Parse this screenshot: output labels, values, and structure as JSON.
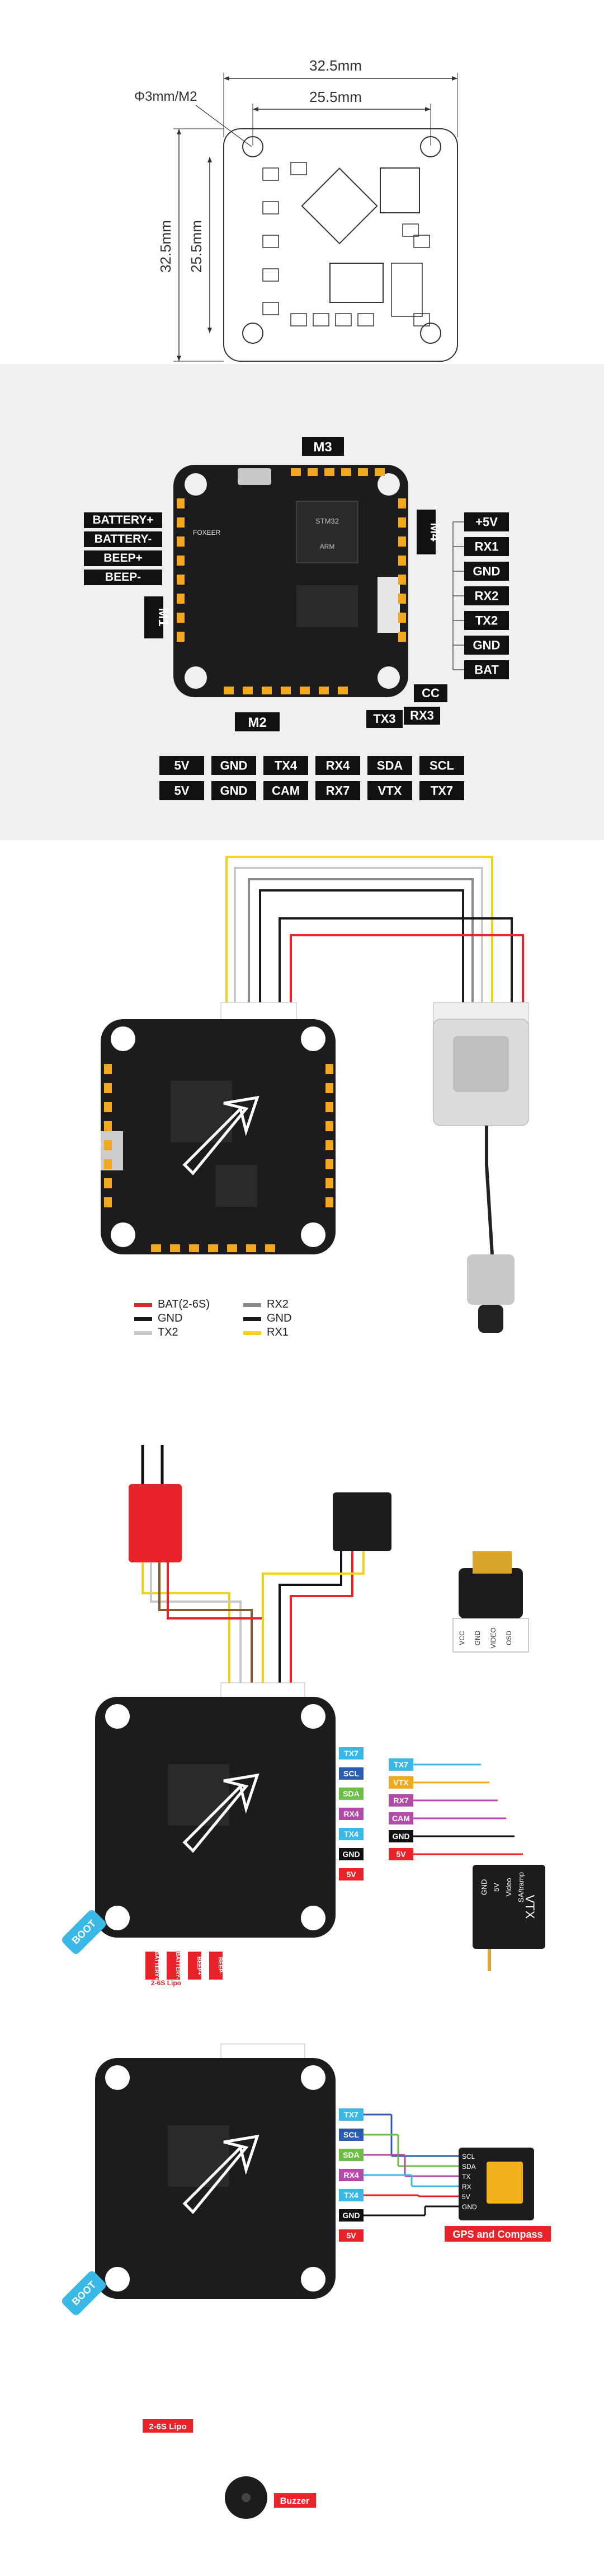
{
  "dimensions": {
    "board_width": "32.5mm",
    "board_height": "32.5mm",
    "mount_spacing_h": "25.5mm",
    "mount_spacing_v": "25.5mm",
    "hole": "Φ3mm/M2"
  },
  "pinout": {
    "motors": {
      "m1": "M1",
      "m2": "M2",
      "m3": "M3",
      "m4": "M4"
    },
    "left": [
      "BATTERY+",
      "BATTERY-",
      "BEEP+",
      "BEEP-"
    ],
    "right": [
      "+5V",
      "RX1",
      "GND",
      "RX2",
      "TX2",
      "GND",
      "BAT"
    ],
    "bottom_mid": [
      "CC",
      "TX3",
      "RX3"
    ],
    "bottom_row1": [
      "5V",
      "GND",
      "TX4",
      "RX4",
      "SDA",
      "SCL"
    ],
    "bottom_row2": [
      "5V",
      "GND",
      "CAM",
      "RX7",
      "VTX",
      "TX7"
    ],
    "board_text": {
      "brand": "FOXEER",
      "mcu": "STM32",
      "mcu_sub": "ARM"
    }
  },
  "vtx_wiring": {
    "legend": [
      {
        "label": "BAT(2-6S)",
        "color": "#e8232a"
      },
      {
        "label": "RX2",
        "color": "#8a8a8a"
      },
      {
        "label": "GND",
        "color": "#1a1a1a"
      },
      {
        "label": "GND",
        "color": "#1a1a1a"
      },
      {
        "label": "TX2",
        "color": "#c8c8c8"
      },
      {
        "label": "RX1",
        "color": "#f2d21a"
      }
    ]
  },
  "analog_wiring": {
    "pads": [
      "TX7",
      "SCL",
      "SDA",
      "RX4",
      "TX4",
      "GND",
      "5V"
    ],
    "vtx_pins": [
      "TX7",
      "VTX",
      "RX7",
      "CAM",
      "GND",
      "5V"
    ],
    "boot": "BOOT",
    "battery_labels": [
      "BATTERY+",
      "BATTERY-"
    ],
    "beep_labels": [
      "BEEP+",
      "BEEP-"
    ],
    "lipo": "2-6S Lipo",
    "vtx_label": "VTX",
    "vtx_side": [
      "GND",
      "5V",
      "Video",
      "SA/tramp"
    ],
    "cam_side": [
      "VCC",
      "GND",
      "VIDEO",
      "OSD"
    ]
  },
  "gps_wiring": {
    "pads": [
      "TX7",
      "SCL",
      "SDA",
      "RX4",
      "TX4",
      "GND",
      "5V"
    ],
    "gps_pins": [
      "SCL",
      "SDA",
      "TX",
      "RX",
      "5V",
      "GND"
    ],
    "gps_label": "GPS and Compass",
    "buzzer": "Buzzer",
    "boot": "BOOT",
    "lipo": "2-6S Lipo"
  },
  "colors": {
    "board": "#1c1c1e",
    "pad": "#f2a81d",
    "red": "#e8232a",
    "yellow": "#f2d21a",
    "cyan": "#3ab8e6",
    "green": "#6cbe45",
    "purple": "#b24aa8",
    "orange": "#f2a81d",
    "blue": "#2a5db0"
  }
}
